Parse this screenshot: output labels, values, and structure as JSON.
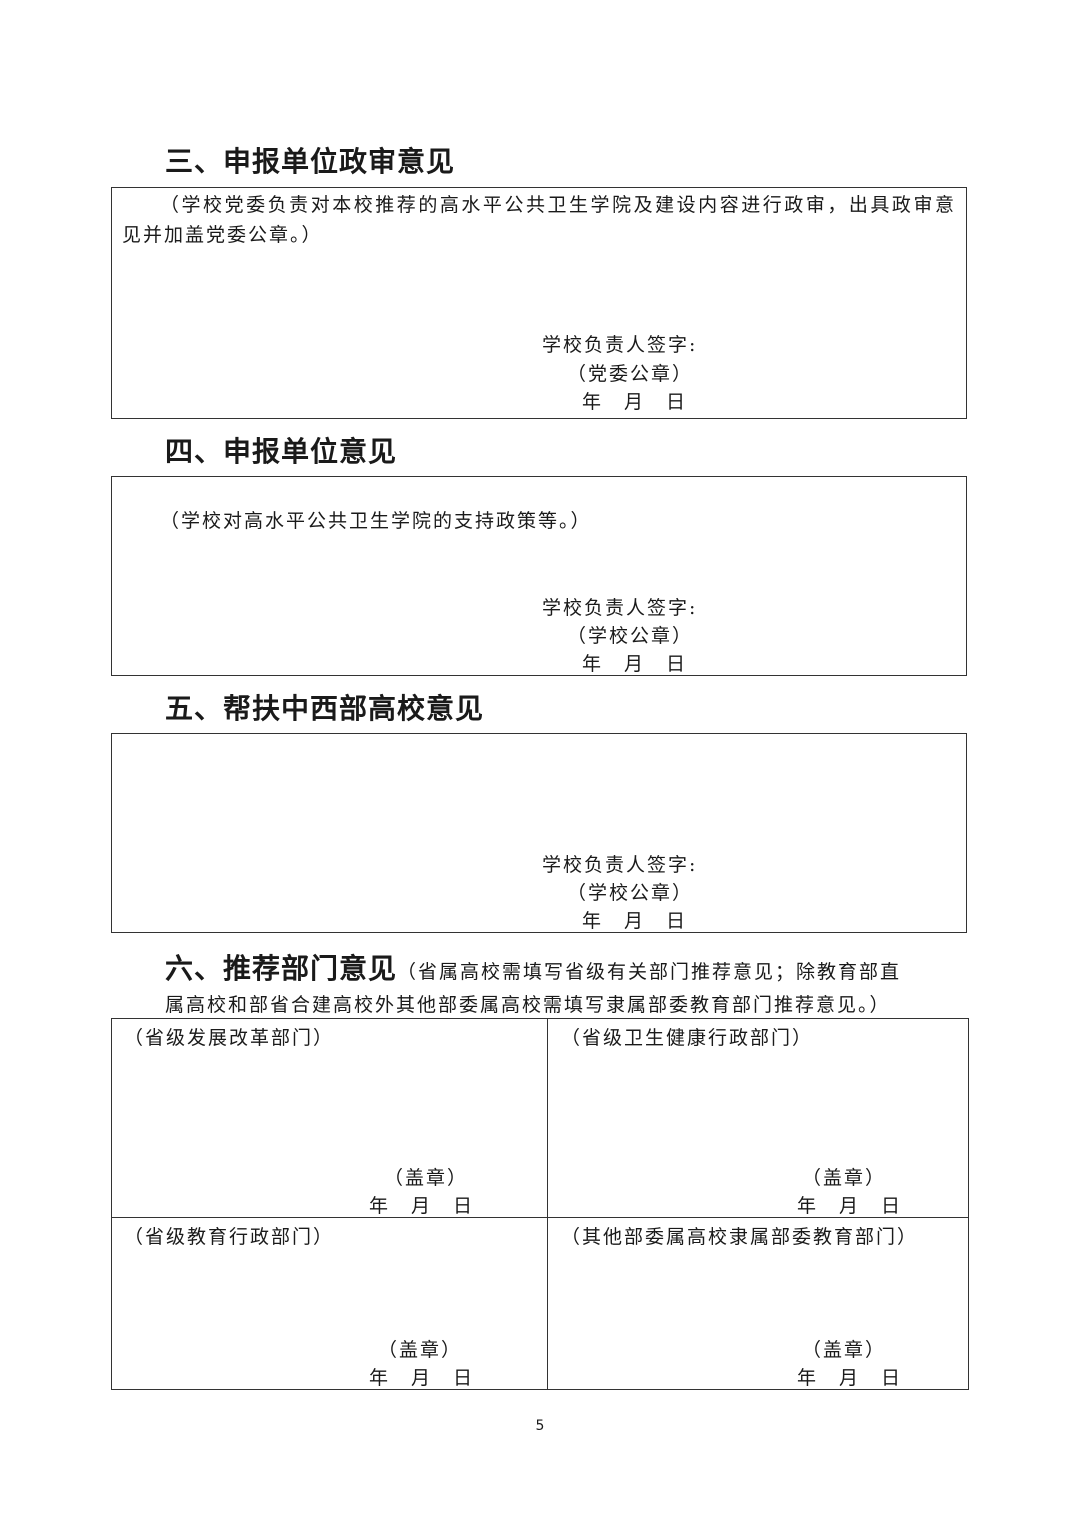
{
  "section3": {
    "heading": "三、申报单位政审意见",
    "instruction": "（学校党委负责对本校推荐的高水平公共卫生学院及建设内容进行政审，出具政审意见并加盖党委公章。）",
    "signature_label": "学校负责人签字:",
    "seal_label": "（党委公章）",
    "date_label": "年　月　日"
  },
  "section4": {
    "heading": "四、申报单位意见",
    "instruction": "（学校对高水平公共卫生学院的支持政策等。）",
    "signature_label": "学校负责人签字:",
    "seal_label": "（学校公章）",
    "date_label": "年　月　日"
  },
  "section5": {
    "heading": "五、帮扶中西部高校意见",
    "signature_label": "学校负责人签字:",
    "seal_label": "（学校公章）",
    "date_label": "年　月　日"
  },
  "section6": {
    "heading": "六、推荐部门意见",
    "note_line1": "（省属高校需填写省级有关部门推荐意见；除教育部直",
    "note_line2": "属高校和部省合建高校外其他部委属高校需填写隶属部委教育部门推荐意见。）",
    "cells": [
      {
        "label": "（省级发展改革部门）",
        "seal": "（盖章）",
        "date": "年　月　日"
      },
      {
        "label": "（省级卫生健康行政部门）",
        "seal": "（盖章）",
        "date": "年　月　日"
      },
      {
        "label": "（省级教育行政部门）",
        "seal": "（盖章）",
        "date": "年　月　日"
      },
      {
        "label": "（其他部委属高校隶属部委教育部门）",
        "seal": "（盖章）",
        "date": "年　月　日"
      }
    ]
  },
  "page_number": "5"
}
